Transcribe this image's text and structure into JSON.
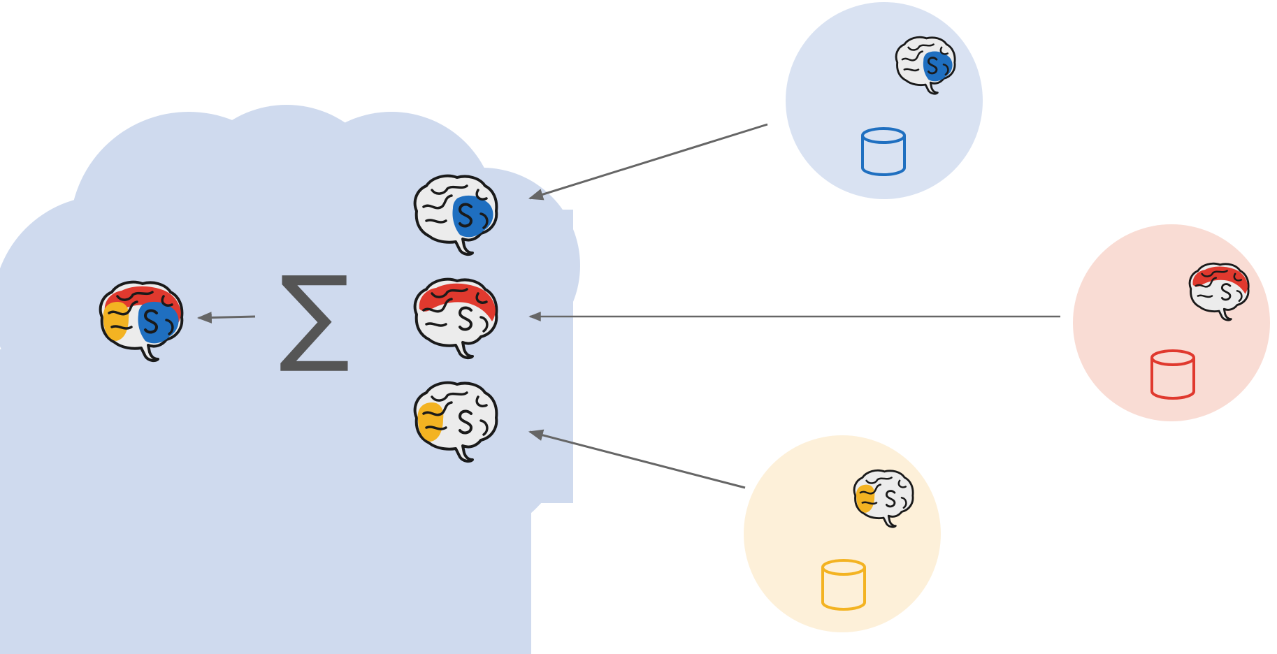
{
  "diagram": {
    "aggregation_symbol": "∑",
    "colors": {
      "server_cloud": "#cfdaee",
      "client_blue_bg": "#d9e2f2",
      "client_red_bg": "#f9dcd4",
      "client_yellow_bg": "#fdf0d9",
      "blue": "#1f6fc0",
      "red": "#e0392e",
      "yellow": "#f3b322",
      "brain_white": "#ececec",
      "outline": "#1a1a1a",
      "arrow": "#666666",
      "sigma": "#555555"
    },
    "server": {
      "aggregated_model": {
        "icon": "brain-icon",
        "regions": [
          "yellow",
          "red",
          "blue"
        ]
      },
      "received_models": [
        {
          "icon": "brain-icon",
          "regions": [
            "blue"
          ]
        },
        {
          "icon": "brain-icon",
          "regions": [
            "red"
          ]
        },
        {
          "icon": "brain-icon",
          "regions": [
            "yellow"
          ]
        }
      ]
    },
    "clients": [
      {
        "color": "blue",
        "model_icon": "brain-icon",
        "data_icon": "database-icon"
      },
      {
        "color": "red",
        "model_icon": "brain-icon",
        "data_icon": "database-icon"
      },
      {
        "color": "yellow",
        "model_icon": "brain-icon",
        "data_icon": "database-icon"
      }
    ]
  }
}
